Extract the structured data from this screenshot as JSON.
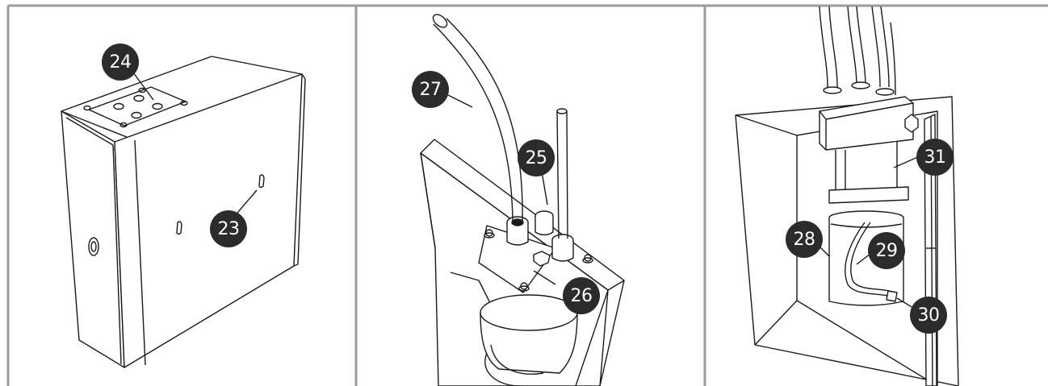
{
  "panels": [
    {
      "name": "enclosure-exterior",
      "callouts": [
        "24",
        "23"
      ]
    },
    {
      "name": "cable-gland-plate",
      "callouts": [
        "27",
        "25",
        "26"
      ]
    },
    {
      "name": "enclosure-interior",
      "callouts": [
        "31",
        "28",
        "29",
        "30"
      ]
    }
  ],
  "colors": {
    "ink": "#1a1a1a",
    "callout_fill": "#2b2b2b",
    "callout_text": "#ffffff",
    "frame": "#9a9a9a"
  }
}
